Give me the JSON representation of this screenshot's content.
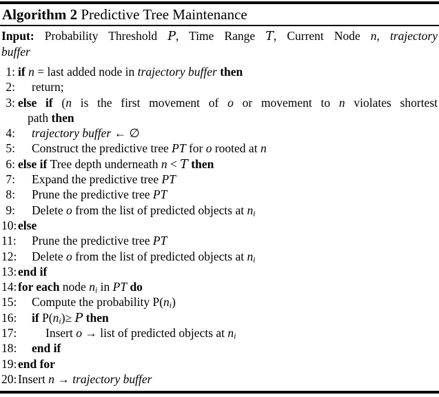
{
  "meta": {
    "background_color": "#ffffff",
    "text_color": "#000000",
    "rule_color": "#000000"
  },
  "header": {
    "label_bold": "Algorithm 2",
    "title_rest": " Predictive Tree Maintenance"
  },
  "input_block": {
    "rows": [
      {
        "justify": true,
        "segments": [
          {
            "t": "Input:",
            "s": "b"
          },
          {
            "t": " Probability Threshold ",
            "s": "r"
          },
          {
            "t": "P",
            "s": "c"
          },
          {
            "t": ", Time Range ",
            "s": "r"
          },
          {
            "t": "T",
            "s": "c"
          },
          {
            "t": ", Current Node ",
            "s": "r"
          },
          {
            "t": "n",
            "s": "i"
          },
          {
            "t": ", ",
            "s": "r"
          },
          {
            "t": "trajectory",
            "s": "i"
          }
        ]
      },
      {
        "justify": false,
        "segments": [
          {
            "t": "buffer",
            "s": "i"
          }
        ]
      }
    ]
  },
  "lines": [
    {
      "num": "1:",
      "indent": 0,
      "wrap": false,
      "justify": false,
      "segments": [
        {
          "t": "if ",
          "s": "b"
        },
        {
          "t": "n",
          "s": "i"
        },
        {
          "t": " = last added node in ",
          "s": "r"
        },
        {
          "t": "trajectory buffer",
          "s": "i"
        },
        {
          "t": " then",
          "s": "b"
        }
      ]
    },
    {
      "num": "2:",
      "indent": 1,
      "wrap": false,
      "justify": false,
      "segments": [
        {
          "t": "return;",
          "s": "r"
        }
      ]
    },
    {
      "num": "3:",
      "indent": 0,
      "wrap": false,
      "justify": true,
      "segments": [
        {
          "t": "else if ",
          "s": "b"
        },
        {
          "t": "(",
          "s": "r"
        },
        {
          "t": "n",
          "s": "i"
        },
        {
          "t": " is the first movement of ",
          "s": "r"
        },
        {
          "t": "o",
          "s": "i"
        },
        {
          "t": " or movement to ",
          "s": "r"
        },
        {
          "t": "n",
          "s": "i"
        },
        {
          "t": " violates shortest",
          "s": "r"
        }
      ]
    },
    {
      "num": "",
      "indent": 0,
      "wrap": true,
      "justify": false,
      "segments": [
        {
          "t": "path ",
          "s": "r"
        },
        {
          "t": "then",
          "s": "b"
        }
      ]
    },
    {
      "num": "4:",
      "indent": 1,
      "wrap": false,
      "justify": false,
      "segments": [
        {
          "t": "trajectory buffer",
          "s": "i"
        },
        {
          "t": " ← ∅",
          "s": "r"
        }
      ]
    },
    {
      "num": "5:",
      "indent": 1,
      "wrap": false,
      "justify": false,
      "segments": [
        {
          "t": "Construct the predictive tree ",
          "s": "r"
        },
        {
          "t": "PT",
          "s": "i"
        },
        {
          "t": " for ",
          "s": "r"
        },
        {
          "t": "o",
          "s": "i"
        },
        {
          "t": " rooted at ",
          "s": "r"
        },
        {
          "t": "n",
          "s": "i"
        }
      ]
    },
    {
      "num": "6:",
      "indent": 0,
      "wrap": false,
      "justify": false,
      "segments": [
        {
          "t": "else if ",
          "s": "b"
        },
        {
          "t": "Tree depth underneath ",
          "s": "r"
        },
        {
          "t": "n",
          "s": "i"
        },
        {
          "t": " < ",
          "s": "r"
        },
        {
          "t": "T",
          "s": "c"
        },
        {
          "t": " then",
          "s": "b"
        }
      ]
    },
    {
      "num": "7:",
      "indent": 1,
      "wrap": false,
      "justify": false,
      "segments": [
        {
          "t": "Expand the predictive tree ",
          "s": "r"
        },
        {
          "t": "PT",
          "s": "i"
        }
      ]
    },
    {
      "num": "8:",
      "indent": 1,
      "wrap": false,
      "justify": false,
      "segments": [
        {
          "t": "Prune the predictive tree ",
          "s": "r"
        },
        {
          "t": "PT",
          "s": "i"
        }
      ]
    },
    {
      "num": "9:",
      "indent": 1,
      "wrap": false,
      "justify": false,
      "segments": [
        {
          "t": "Delete ",
          "s": "r"
        },
        {
          "t": "o",
          "s": "i"
        },
        {
          "t": " from the list of predicted objects at ",
          "s": "r"
        },
        {
          "t": "n",
          "s": "i"
        },
        {
          "t": "i",
          "s": "u"
        }
      ]
    },
    {
      "num": "10:",
      "indent": 0,
      "wrap": false,
      "justify": false,
      "segments": [
        {
          "t": "else",
          "s": "b"
        }
      ]
    },
    {
      "num": "11:",
      "indent": 1,
      "wrap": false,
      "justify": false,
      "segments": [
        {
          "t": "Prune the predictive tree ",
          "s": "r"
        },
        {
          "t": "PT",
          "s": "i"
        }
      ]
    },
    {
      "num": "12:",
      "indent": 1,
      "wrap": false,
      "justify": false,
      "segments": [
        {
          "t": "Delete ",
          "s": "r"
        },
        {
          "t": "o",
          "s": "i"
        },
        {
          "t": " from the list of predicted objects at ",
          "s": "r"
        },
        {
          "t": "n",
          "s": "i"
        },
        {
          "t": "i",
          "s": "u"
        }
      ]
    },
    {
      "num": "13:",
      "indent": 0,
      "wrap": false,
      "justify": false,
      "segments": [
        {
          "t": "end if",
          "s": "b"
        }
      ]
    },
    {
      "num": "14:",
      "indent": 0,
      "wrap": false,
      "justify": false,
      "segments": [
        {
          "t": "for each ",
          "s": "b"
        },
        {
          "t": "node ",
          "s": "r"
        },
        {
          "t": "n",
          "s": "i"
        },
        {
          "t": "i",
          "s": "u"
        },
        {
          "t": " in ",
          "s": "r"
        },
        {
          "t": "PT",
          "s": "i"
        },
        {
          "t": " do",
          "s": "b"
        }
      ]
    },
    {
      "num": "15:",
      "indent": 1,
      "wrap": false,
      "justify": false,
      "segments": [
        {
          "t": "Compute the probability P(",
          "s": "r"
        },
        {
          "t": "n",
          "s": "i"
        },
        {
          "t": "i",
          "s": "u"
        },
        {
          "t": ")",
          "s": "r"
        }
      ]
    },
    {
      "num": "16:",
      "indent": 1,
      "wrap": false,
      "justify": false,
      "segments": [
        {
          "t": "if ",
          "s": "b"
        },
        {
          "t": "P(",
          "s": "r"
        },
        {
          "t": "n",
          "s": "i"
        },
        {
          "t": "i",
          "s": "u"
        },
        {
          "t": ")≥ ",
          "s": "r"
        },
        {
          "t": "P",
          "s": "c"
        },
        {
          "t": " then",
          "s": "b"
        }
      ]
    },
    {
      "num": "17:",
      "indent": 2,
      "wrap": false,
      "justify": false,
      "segments": [
        {
          "t": "Insert ",
          "s": "r"
        },
        {
          "t": "o",
          "s": "i"
        },
        {
          "t": " → list of predicted objects at ",
          "s": "r"
        },
        {
          "t": "n",
          "s": "i"
        },
        {
          "t": "i",
          "s": "u"
        }
      ]
    },
    {
      "num": "18:",
      "indent": 1,
      "wrap": false,
      "justify": false,
      "segments": [
        {
          "t": "end if",
          "s": "b"
        }
      ]
    },
    {
      "num": "19:",
      "indent": 0,
      "wrap": false,
      "justify": false,
      "segments": [
        {
          "t": "end for",
          "s": "b"
        }
      ]
    },
    {
      "num": "20:",
      "indent": 0,
      "wrap": false,
      "justify": false,
      "segments": [
        {
          "t": "Insert ",
          "s": "r"
        },
        {
          "t": "n",
          "s": "i"
        },
        {
          "t": " → ",
          "s": "r"
        },
        {
          "t": "trajectory buffer",
          "s": "i"
        }
      ]
    }
  ]
}
